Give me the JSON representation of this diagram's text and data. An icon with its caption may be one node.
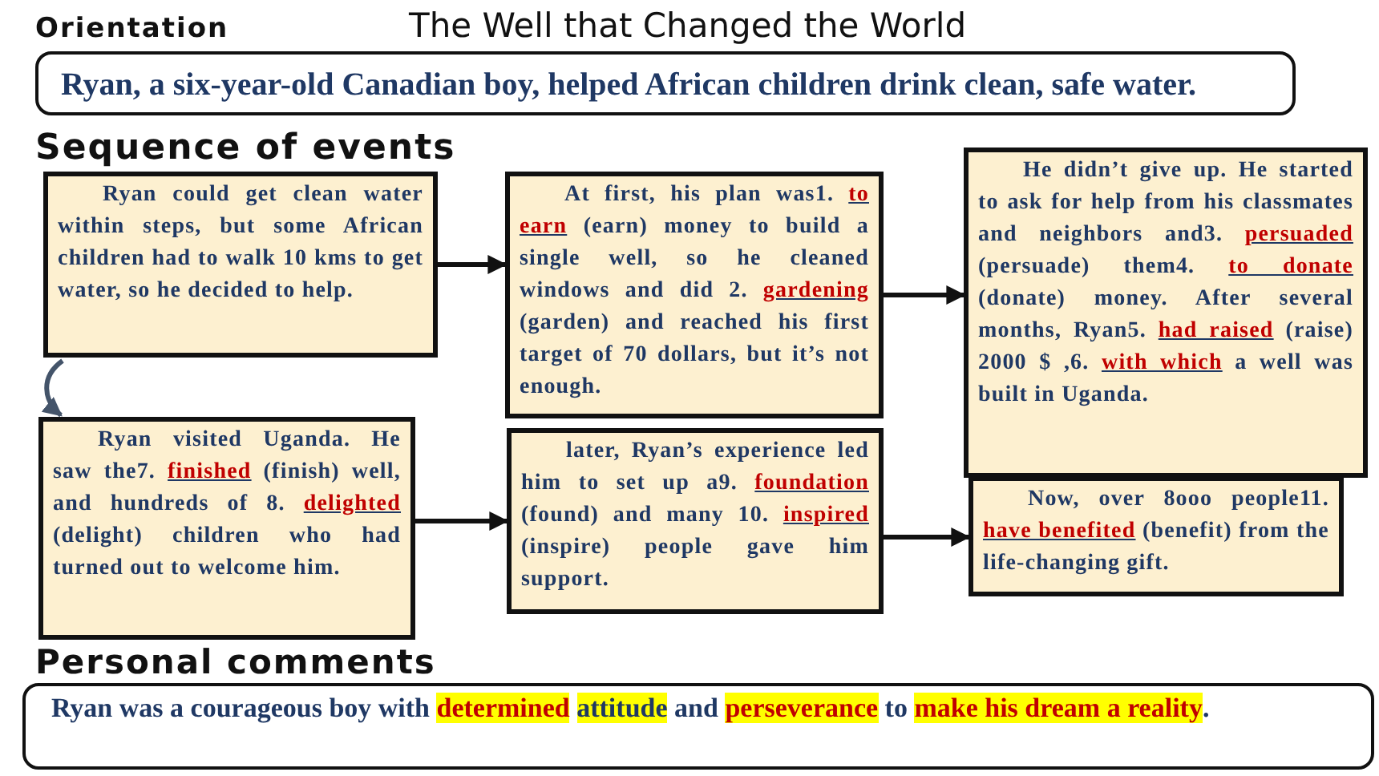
{
  "diagram": {
    "title": "The Well that Changed the World",
    "nodes": [
      {
        "text": [
          "Ryan, a six-year-old Canadian boy, helped African children drink clean, safe water."
        ]
      },
      {
        "text": [
          "Ryan could get clean water within steps, but some African children had to walk 10 kms to get water, so he decided to help."
        ]
      },
      {
        "text": [
          "At first, his plan was1. **to earn** (earn) money to build a single well, so he cleaned windows and did 2. **gardening** (garden) and reached his first target of 70 dollars, but it’s not enough."
        ]
      },
      {
        "text": [
          "He didn’t give up. He started to ask for help from his classmates and neighbors and3. **persuaded** (persuade) them4. **to donate** (donate) money. After several months, Ryan5. **had raised** (raise) 2000 $ ,6. **with which** a well was built in Uganda."
        ]
      },
      {
        "text": [
          "Ryan visited Uganda. He saw the7. **finished** (finish) well, and hundreds of 8. **delighted** (delight) children who had turned out to welcome him."
        ]
      },
      {
        "text": [
          "later, Ryan’s experience led him to set up a9. **foundation** (found) and many 10. **inspired** (inspire) people gave him support."
        ]
      },
      {
        "text": [
          "Now, over 8ooo people11. **have benefited** (benefit) from the life-changing gift."
        ]
      },
      {
        "text": [
          "Ryan was a courageous boy with **determined** *attitude* and **perseverance** to **make his dream a reality**."
        ]
      }
    ],
    "edges": [
      {
        "from": 1,
        "to": 2,
        "arrow": "to"
      },
      {
        "from": 2,
        "to": 3,
        "arrow": "to"
      },
      {
        "from": 1,
        "to": 4,
        "arrow": "to",
        "color": "#44546a"
      },
      {
        "from": 4,
        "to": 5,
        "arrow": "to"
      },
      {
        "from": 5,
        "to": 6,
        "arrow": "to"
      }
    ],
    "labels": [
      "Orientation",
      "Sequence of events",
      "Personal comments"
    ]
  }
}
